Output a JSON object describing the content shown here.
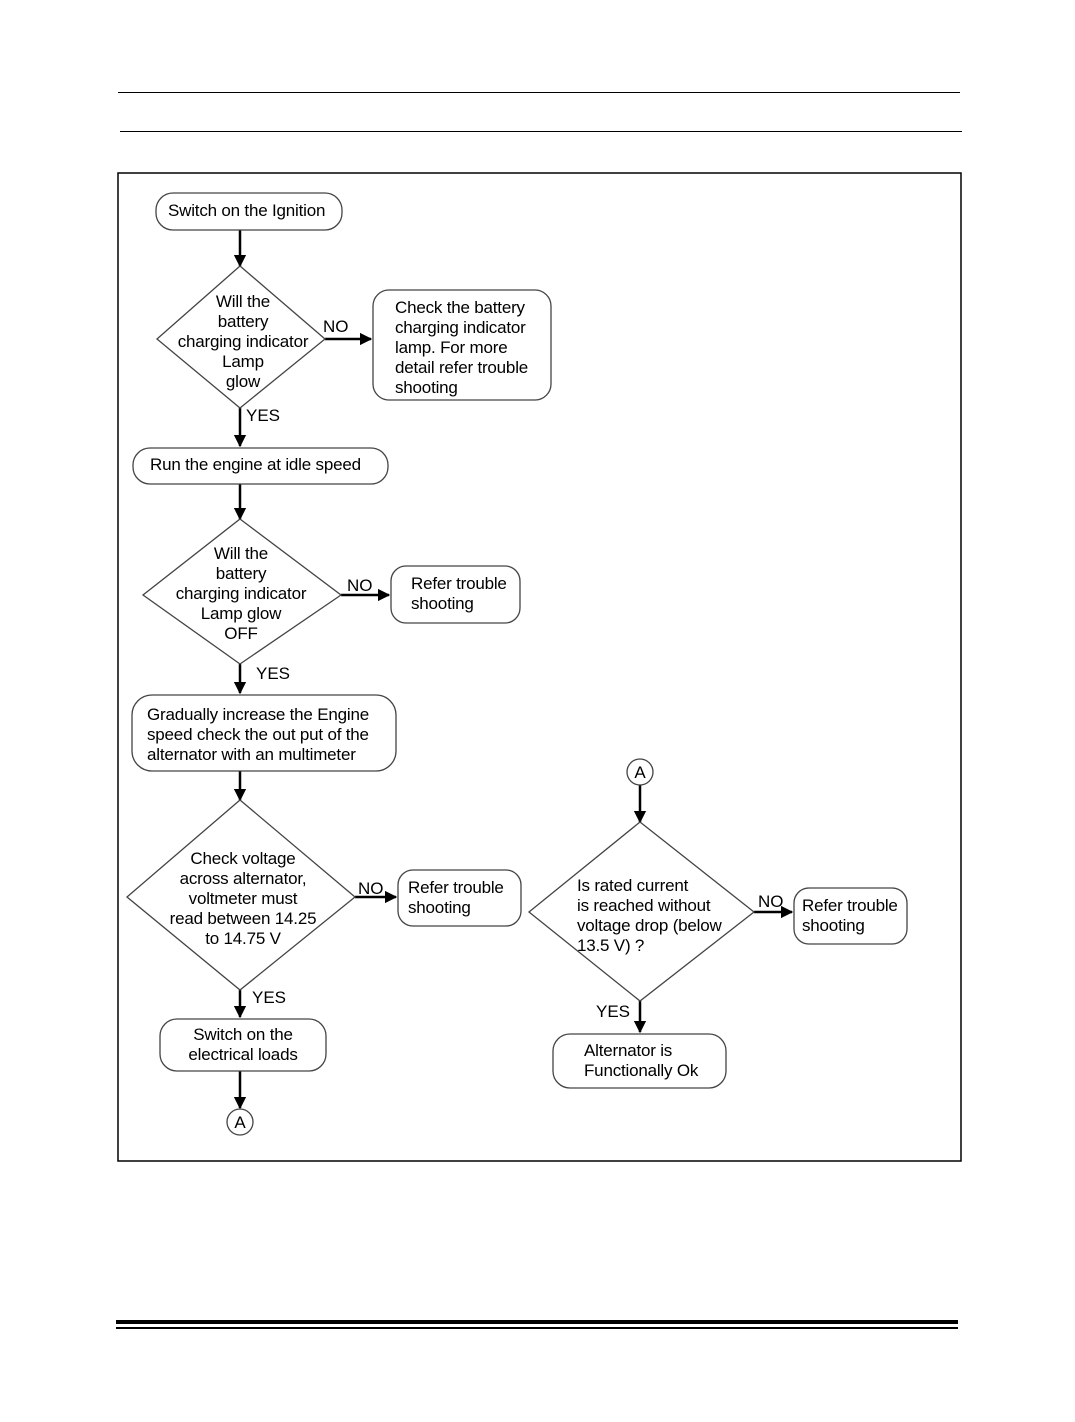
{
  "flowchart": {
    "nodes": {
      "start": {
        "shape": "terminal",
        "lines": [
          "Switch on the Ignition"
        ]
      },
      "q_lamp_glow": {
        "shape": "decision",
        "lines": [
          "Will the",
          "battery",
          "charging indicator",
          "Lamp",
          "glow"
        ]
      },
      "check_lamp": {
        "shape": "process",
        "lines": [
          "Check the battery",
          "charging indicator",
          "lamp. For more",
          "detail refer trouble",
          "shooting"
        ]
      },
      "run_idle": {
        "shape": "terminal",
        "lines": [
          "Run the engine at idle speed"
        ]
      },
      "q_lamp_off": {
        "shape": "decision",
        "lines": [
          "Will the",
          "battery",
          "charging indicator",
          "Lamp glow",
          "OFF"
        ]
      },
      "refer_1": {
        "shape": "process",
        "lines": [
          "Refer trouble",
          "shooting"
        ]
      },
      "increase_speed": {
        "shape": "process",
        "lines": [
          "Gradually increase the Engine",
          "speed check the out put of the",
          "alternator with an multimeter"
        ]
      },
      "q_voltage": {
        "shape": "decision",
        "lines": [
          "Check voltage",
          "across alternator,",
          "voltmeter must",
          "read between 14.25",
          "to 14.75 V"
        ]
      },
      "refer_2": {
        "shape": "process",
        "lines": [
          "Refer trouble",
          "shooting"
        ]
      },
      "loads_on": {
        "shape": "process",
        "lines": [
          "Switch on the",
          "electrical loads"
        ]
      },
      "q_current": {
        "shape": "decision",
        "lines": [
          "Is rated current",
          "is reached without",
          "voltage drop (below",
          "13.5 V) ?"
        ]
      },
      "refer_3": {
        "shape": "process",
        "lines": [
          "Refer trouble",
          "shooting"
        ]
      },
      "ok": {
        "shape": "process",
        "lines": [
          "Alternator is",
          "Functionally Ok"
        ]
      }
    },
    "connectors": {
      "out": "A",
      "in": "A"
    },
    "edge_labels": {
      "lamp_no": "NO",
      "lamp_yes": "YES",
      "off_no": "NO",
      "off_yes": "YES",
      "volt_no": "NO",
      "volt_yes": "YES",
      "current_no": "NO",
      "current_yes": "YES"
    }
  }
}
